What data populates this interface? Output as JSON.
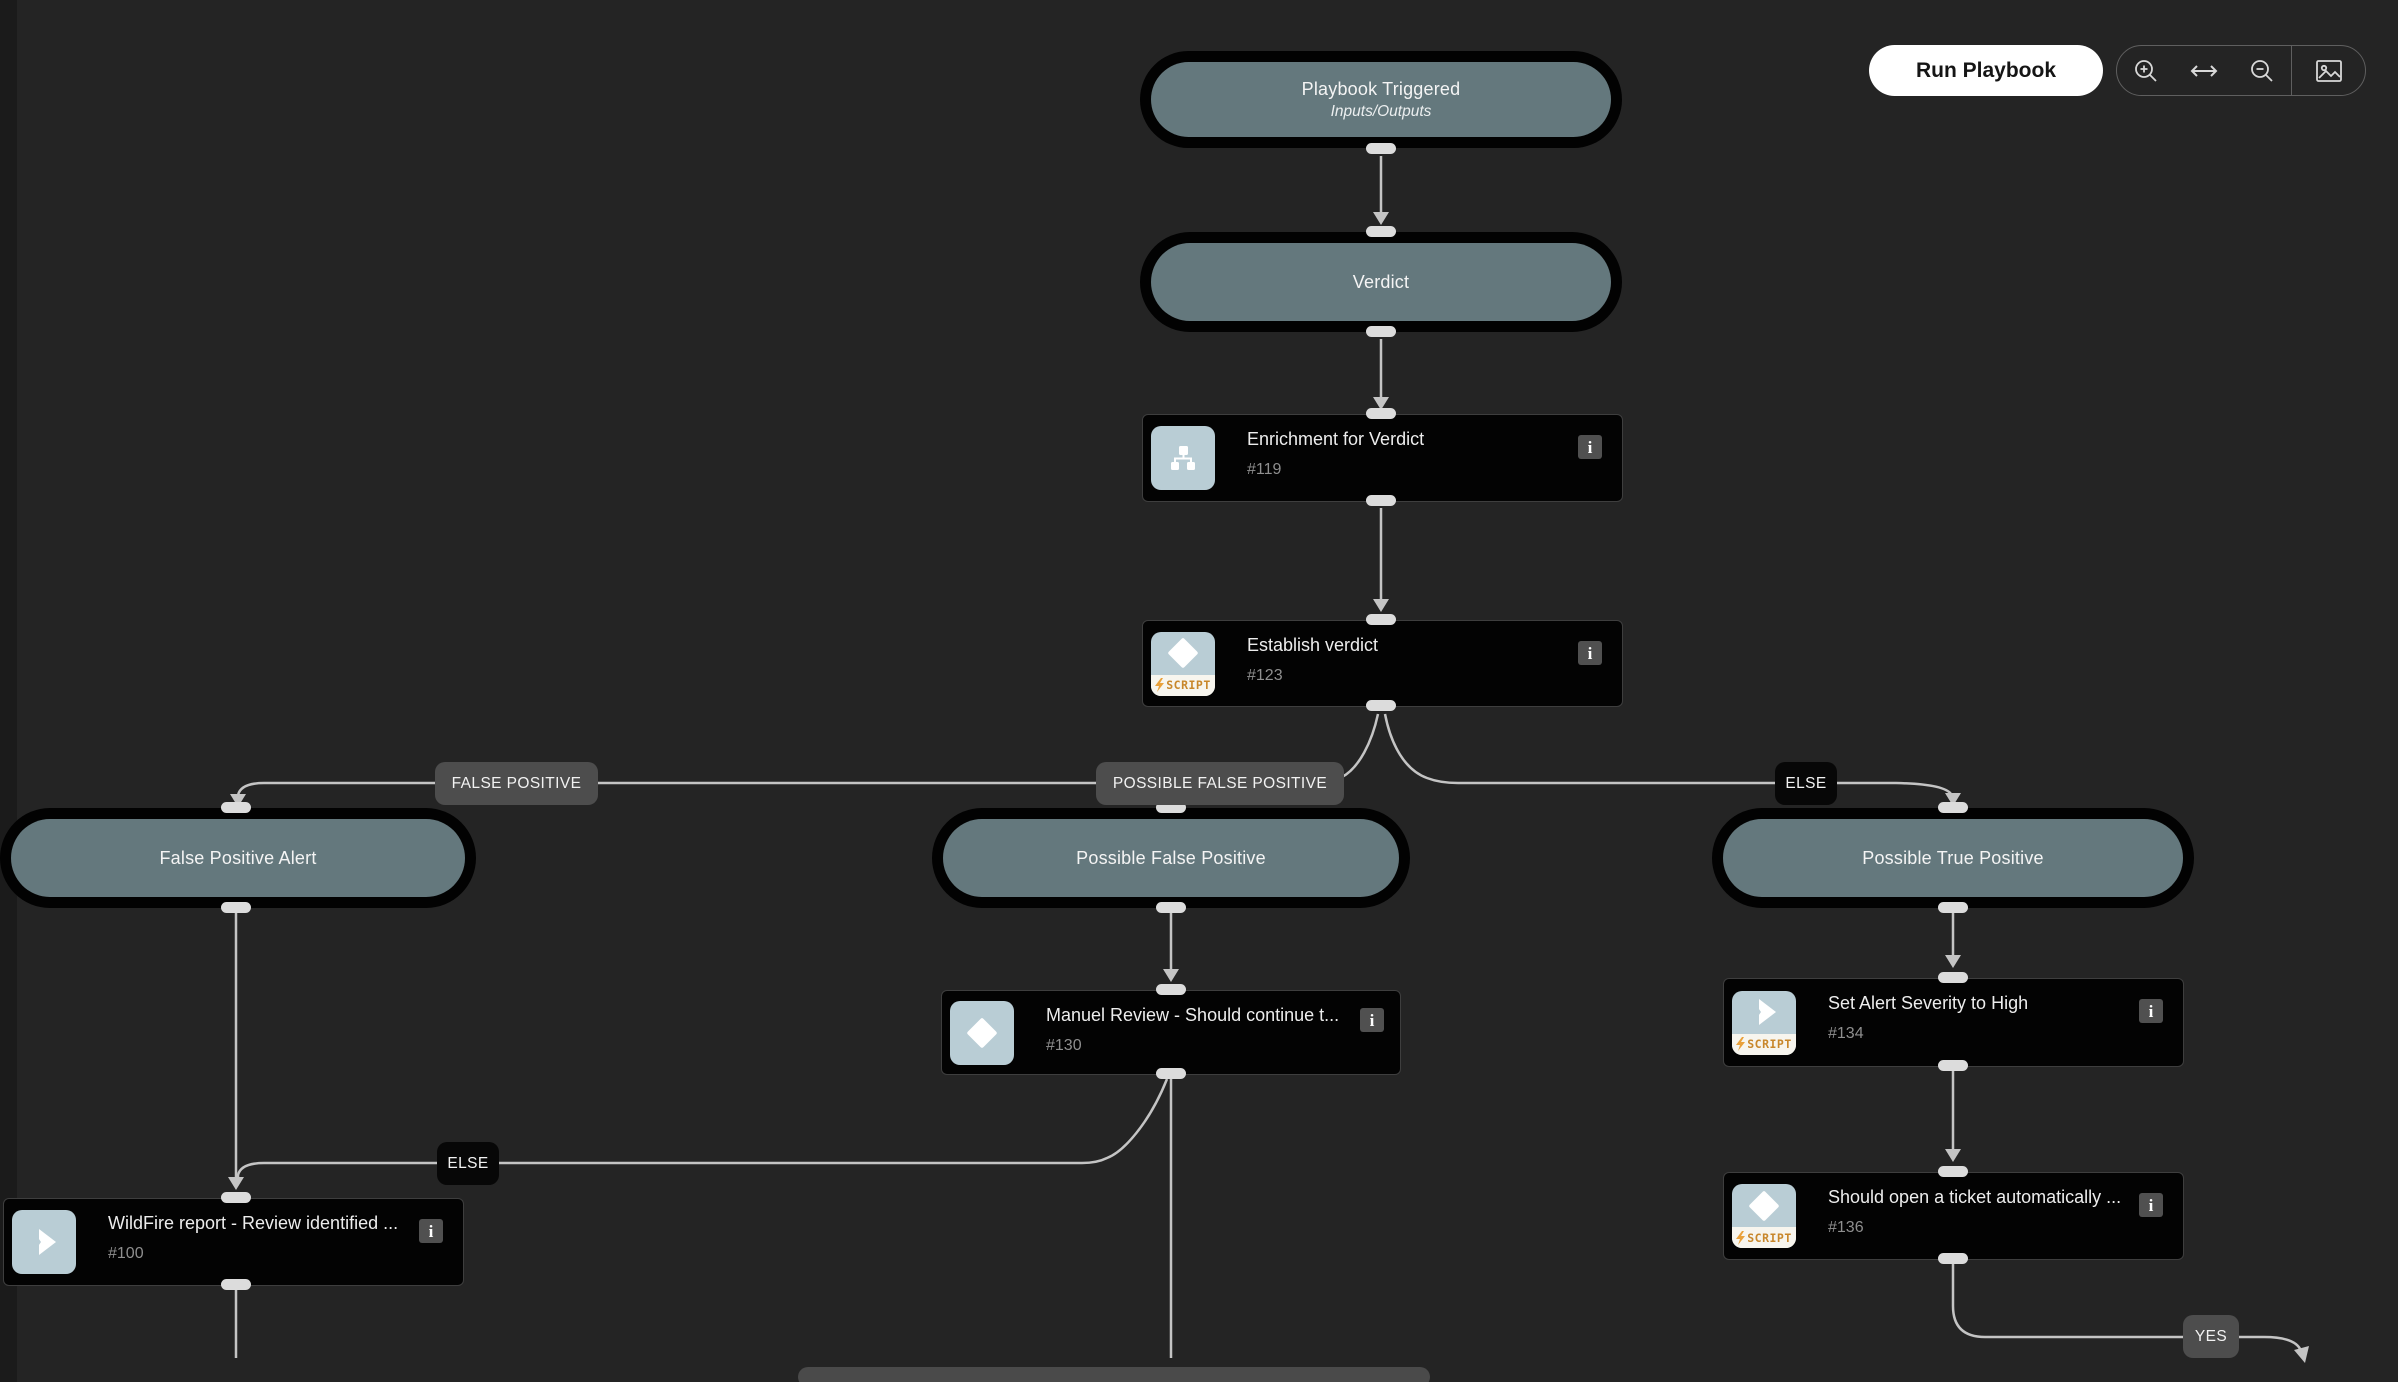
{
  "toolbar": {
    "run_label": "Run Playbook",
    "icons": [
      "zoom-in",
      "fit-width",
      "zoom-out",
      "export-image"
    ]
  },
  "pills": [
    {
      "id": "playbook-triggered",
      "label": "Playbook Triggered",
      "sublabel": "Inputs/Outputs"
    },
    {
      "id": "verdict",
      "label": "Verdict"
    },
    {
      "id": "false-positive-alert",
      "label": "False Positive Alert"
    },
    {
      "id": "possible-false-positive",
      "label": "Possible False Positive"
    },
    {
      "id": "possible-true-positive",
      "label": "Possible True Positive"
    }
  ],
  "tasks": [
    {
      "id": "enrichment-for-verdict",
      "title": "Enrichment for Verdict",
      "number": "#119",
      "icon": "sub-playbook",
      "script_label": ""
    },
    {
      "id": "establish-verdict",
      "title": "Establish verdict",
      "number": "#123",
      "icon": "condition-diamond",
      "script_label": "SCRIPT"
    },
    {
      "id": "manual-review",
      "title": "Manuel Review - Should continue t...",
      "number": "#130",
      "icon": "condition-diamond",
      "script_label": ""
    },
    {
      "id": "wildfire-report",
      "title": "WildFire report - Review identified ...",
      "number": "#100",
      "icon": "task-chevron",
      "script_label": ""
    },
    {
      "id": "set-alert-severity",
      "title": "Set Alert Severity to High",
      "number": "#134",
      "icon": "task-chevron",
      "script_label": "SCRIPT"
    },
    {
      "id": "open-ticket",
      "title": "Should open a ticket automatically ...",
      "number": "#136",
      "icon": "condition-diamond",
      "script_label": "SCRIPT"
    }
  ],
  "edge_labels": [
    {
      "text": "FALSE POSITIVE",
      "style": "gray"
    },
    {
      "text": "POSSIBLE FALSE POSITIVE",
      "style": "gray"
    },
    {
      "text": "ELSE",
      "style": "black"
    },
    {
      "text": "ELSE",
      "style": "black"
    },
    {
      "text": "YES",
      "style": "gray"
    }
  ],
  "info_icon_glyph": "i",
  "colors": {
    "canvas_bg": "#242424",
    "node_bg": "#030303",
    "node_border": "#3e3e3e",
    "pill_fill": "#64787d",
    "icon_square": "#b9cdd5",
    "script_orange": "#c8872b",
    "wire_gray": "#c4c4c4",
    "label_gray": "#4d4d4d",
    "label_black": "#070707",
    "run_button_bg": "#ffffff"
  }
}
